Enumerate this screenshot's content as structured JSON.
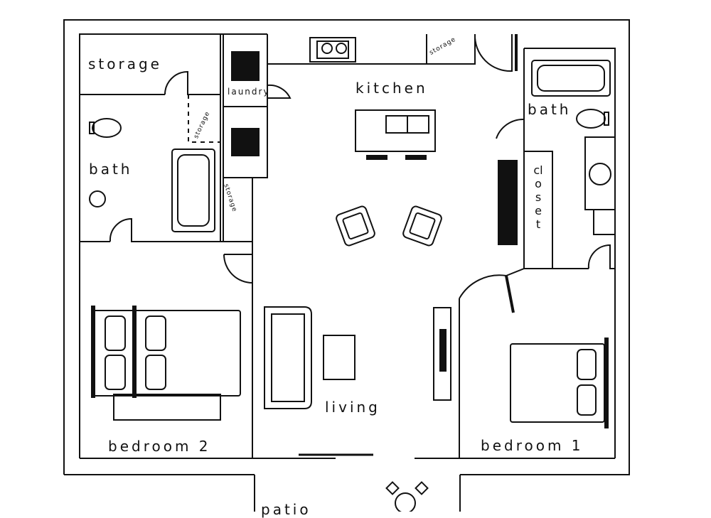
{
  "rooms": {
    "storage_top_left": "storage",
    "laundry": "laundry",
    "kitchen": "kitchen",
    "storage_kitchen": "storage",
    "bath_right": "bath",
    "storage_hall": "storage",
    "bath_left": "bath",
    "closet": "closet",
    "storage_small": "storage",
    "living": "living",
    "bedroom_2": "bedroom 2",
    "bedroom_1": "bedroom 1",
    "patio": "patio"
  }
}
